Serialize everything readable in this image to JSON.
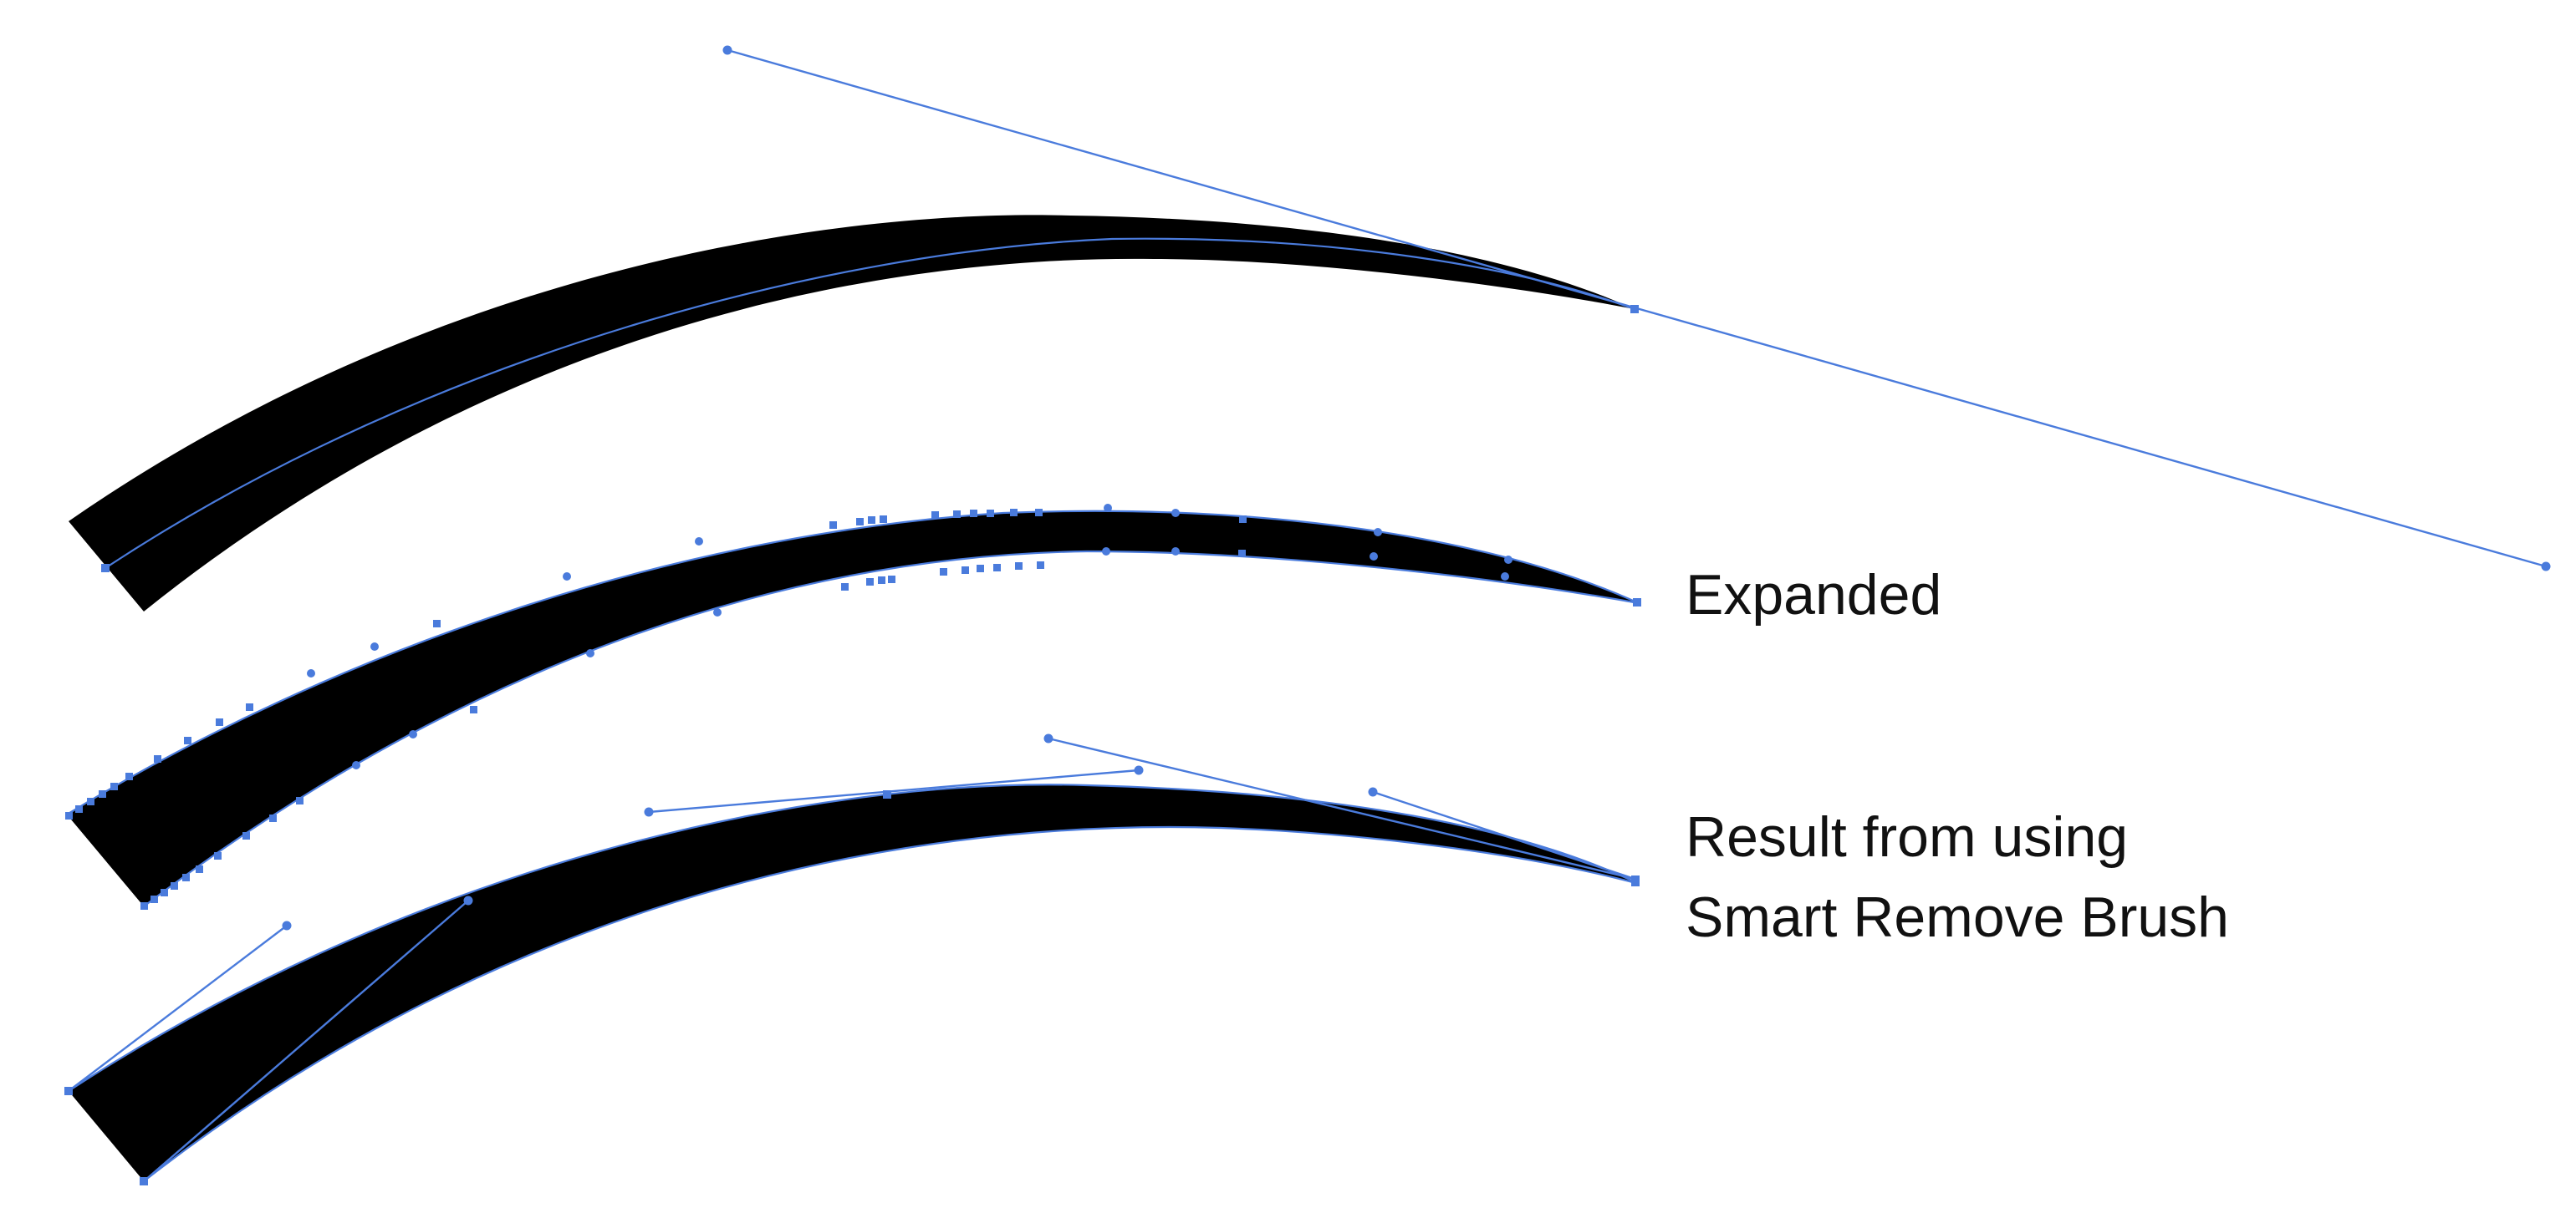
{
  "labels": {
    "expanded": "Expanded",
    "result_line1": "Result from using",
    "result_line2": "Smart Remove Brush"
  },
  "colors": {
    "shape_fill": "#000000",
    "path_selection": "#4a7bdc",
    "background": "#ffffff"
  }
}
